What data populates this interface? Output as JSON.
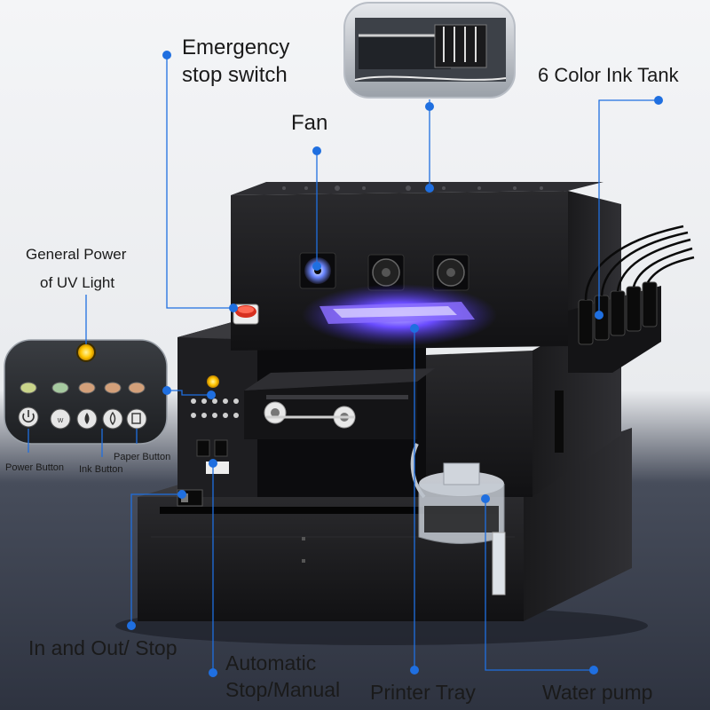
{
  "labels": {
    "emergency_line1": "Emergency",
    "emergency_line2": "stop switch",
    "fan": "Fan",
    "ink_tank": "6 Color Ink Tank",
    "uv_line1": "General Power",
    "uv_line2": "of UV Light",
    "power_button": "Power Button",
    "ink_button": "Ink Button",
    "paper_button": "Paper Button",
    "in_out_stop": "In and Out/ Stop",
    "auto_line1": "Automatic",
    "auto_line2": "Stop/Manual",
    "printer_tray": "Printer Tray",
    "water_pump": "Water pump"
  },
  "colors": {
    "marker_blue": "#1f6fe0",
    "uv_glow": "#5a3cff",
    "printer_body": "#1b1b1d",
    "power_light": "#ffc400"
  },
  "icons": [
    "power-icon",
    "wifi-icon",
    "ink-drop-icon",
    "paper-icon"
  ]
}
